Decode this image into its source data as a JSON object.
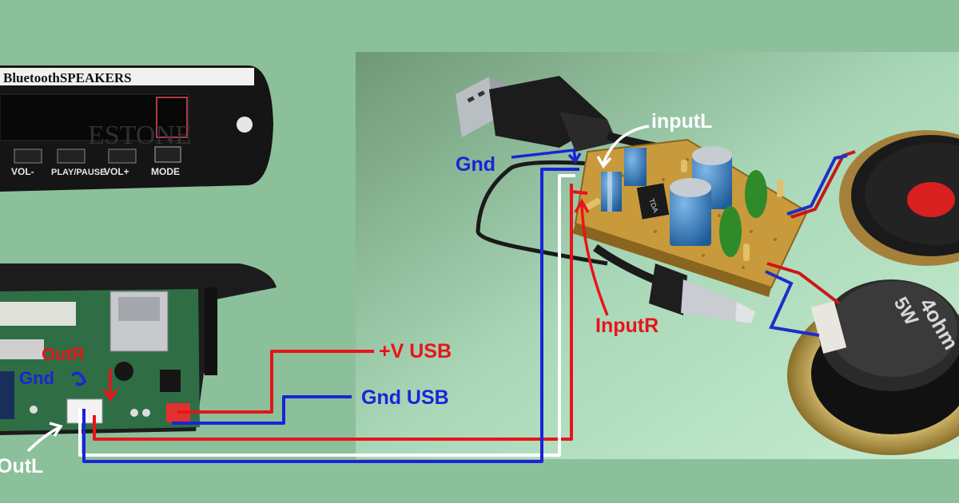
{
  "module_front": {
    "title": "BluetoothSPEAKERS",
    "watermark": "ESTONE",
    "buttons": [
      "VOL-",
      "PLAY/PAUSE",
      "VOL+",
      "MODE"
    ]
  },
  "amp_board": {
    "chip_label": "TDA",
    "speaker_label_line1": "4ohm",
    "speaker_label_line2": "5W"
  },
  "labels": {
    "gnd_amp": "Gnd",
    "input_l": "inputL",
    "input_r": "InputR",
    "plus_v_usb": "+V USB",
    "gnd_usb": "Gnd USB",
    "out_r": "OutR",
    "gnd_module": "Gnd",
    "out_l": "OutL"
  },
  "colors": {
    "background": "#8cc09a",
    "red_wire": "#e8141a",
    "blue_wire": "#1a24d8",
    "white_wire": "#ffffff",
    "pcb_green": "#2f6e45",
    "perfboard": "#c89a3c"
  }
}
